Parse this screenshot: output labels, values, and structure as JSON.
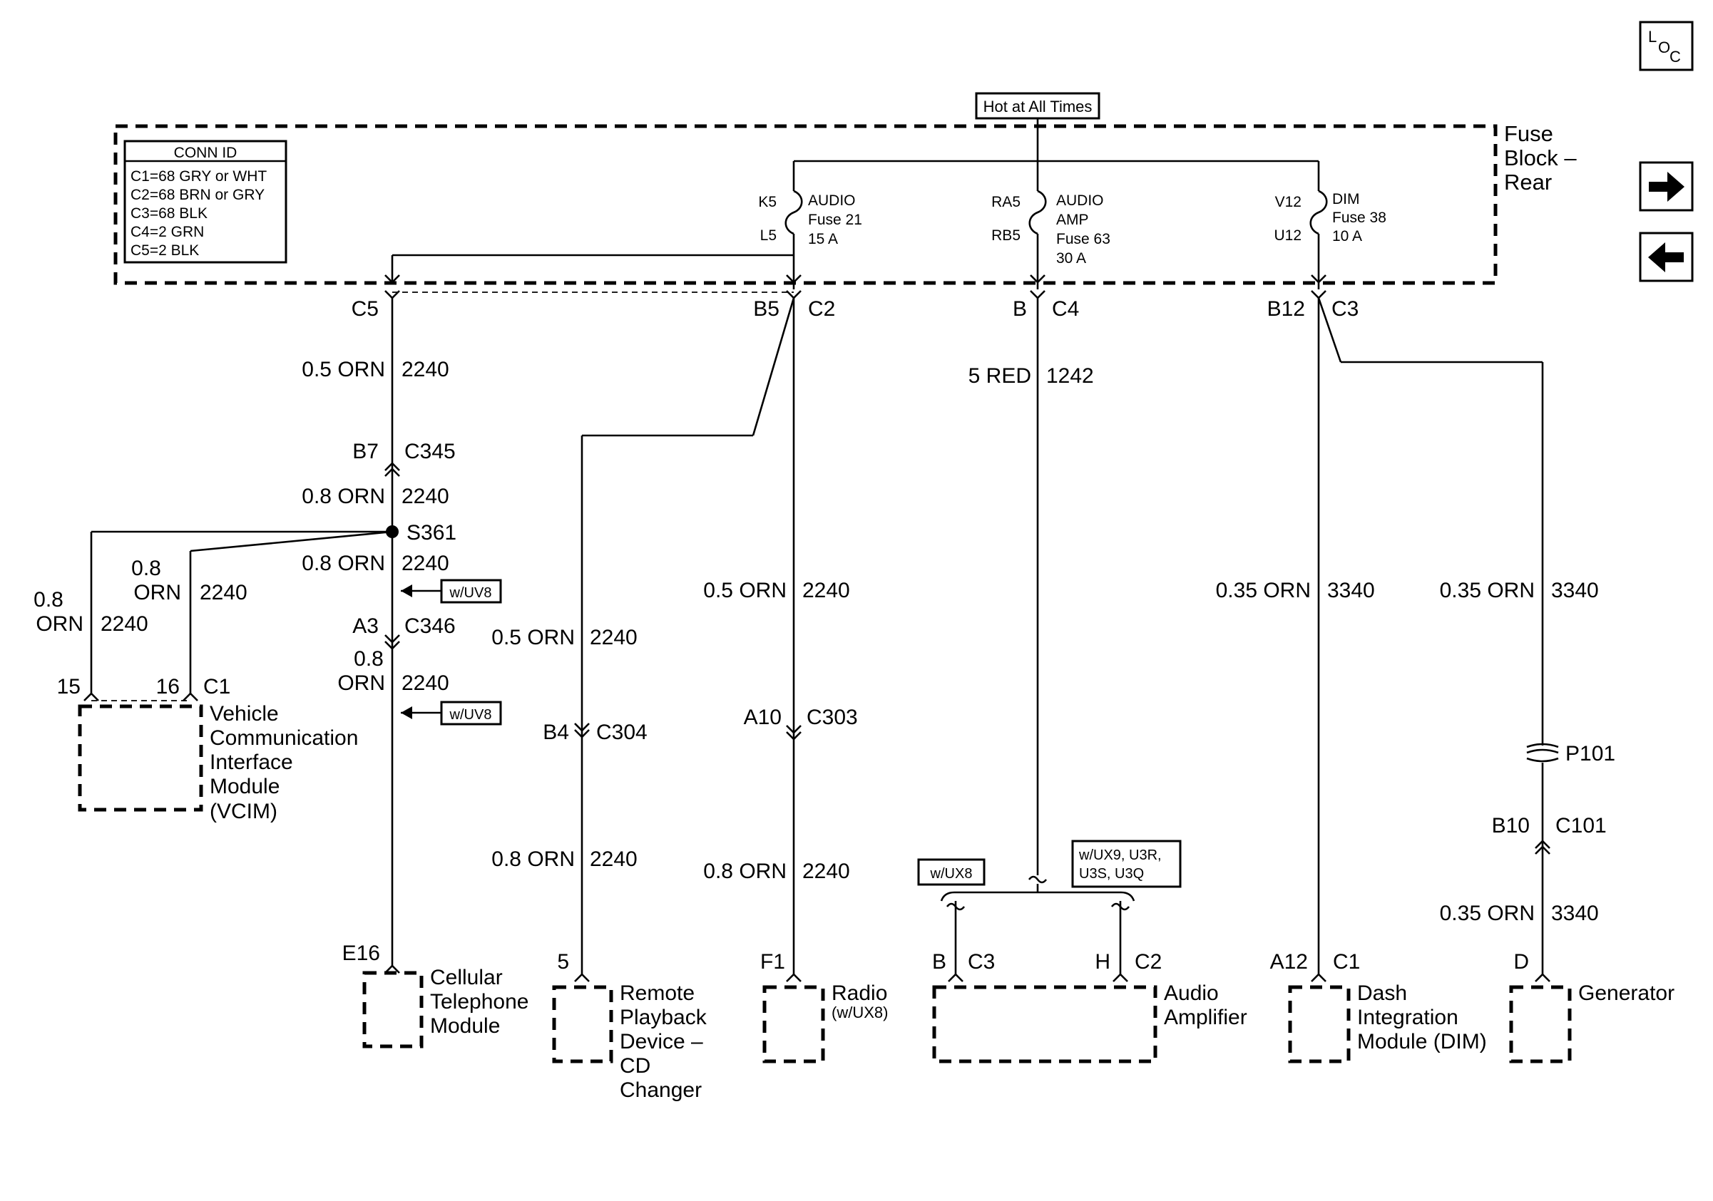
{
  "hot_label": "Hot at All Times",
  "nav": {
    "loc_l": "L",
    "loc_o": "O",
    "loc_c": "C"
  },
  "fuse_block": {
    "line1": "Fuse",
    "line2": "Block –",
    "line3": "Rear"
  },
  "conn_id": {
    "title": "CONN ID",
    "lines": [
      "C1=68 GRY or WHT",
      "C2=68 BRN or GRY",
      "C3=68 BLK",
      "C4=2 GRN",
      "C5=2 BLK"
    ]
  },
  "fuses": [
    {
      "pin_in": "K5",
      "pin_out": "L5",
      "name": "AUDIO",
      "fuse": "Fuse 21",
      "rating": "15 A"
    },
    {
      "pin_in": "RA5",
      "pin_out": "RB5",
      "name": "AUDIO",
      "name2": "AMP",
      "fuse": "Fuse 63",
      "rating": "30 A"
    },
    {
      "pin_in": "V12",
      "pin_out": "U12",
      "name": "DIM",
      "fuse": "Fuse 38",
      "rating": "10 A"
    }
  ],
  "connectors": {
    "c5": {
      "pin": "",
      "id": "C5"
    },
    "c2": {
      "pin": "B5",
      "id": "C2"
    },
    "c4": {
      "pin": "B",
      "id": "C4"
    },
    "c3": {
      "pin": "B12",
      "id": "C3"
    },
    "c345": {
      "pin": "B7",
      "id": "C345"
    },
    "c346": {
      "pin": "A3",
      "id": "C346"
    },
    "c304": {
      "pin": "B4",
      "id": "C304"
    },
    "c303": {
      "pin": "A10",
      "id": "C303"
    },
    "c101": {
      "pin": "B10",
      "id": "C101"
    },
    "vcim_c1": {
      "pin15": "15",
      "pin16": "16",
      "id": "C1"
    },
    "cell": {
      "pin": "E16"
    },
    "rpd": {
      "pin": "5"
    },
    "radio": {
      "pin": "F1"
    },
    "amp_c3": {
      "pin": "B",
      "id": "C3"
    },
    "amp_c2": {
      "pin": "H",
      "id": "C2"
    },
    "dim_c1": {
      "pin": "A12",
      "id": "C1"
    },
    "gen": {
      "pin": "D"
    }
  },
  "wires": {
    "c5_down": {
      "size": "0.5 ORN",
      "circuit": "2240"
    },
    "c345_down": {
      "size": "0.8 ORN",
      "circuit": "2240"
    },
    "s361_down": {
      "size": "0.8 ORN",
      "circuit": "2240"
    },
    "c346_down": {
      "size1": "0.8",
      "size2": "ORN",
      "circuit": "2240"
    },
    "vcim16": {
      "size1": "0.8",
      "size2": "ORN",
      "circuit": "2240"
    },
    "vcim15": {
      "size1": "0.8",
      "size2": "ORN",
      "circuit": "2240"
    },
    "rpd_up": {
      "size": "0.5 ORN",
      "circuit": "2240"
    },
    "rpd_down": {
      "size": "0.8 ORN",
      "circuit": "2240"
    },
    "radio_up": {
      "size": "0.5 ORN",
      "circuit": "2240"
    },
    "radio_down": {
      "size": "0.8 ORN",
      "circuit": "2240"
    },
    "amp": {
      "size": "5 RED",
      "circuit": "1242"
    },
    "dim": {
      "size": "0.35 ORN",
      "circuit": "3340"
    },
    "gen_up": {
      "size": "0.35 ORN",
      "circuit": "3340"
    },
    "gen_down": {
      "size": "0.35 ORN",
      "circuit": "3340"
    }
  },
  "splice": "S361",
  "pass_through": "P101",
  "options": {
    "uv8_a": "w/UV8",
    "uv8_b": "w/UV8",
    "ux8": "w/UX8",
    "ux9_1": "w/UX9, U3R,",
    "ux9_2": "U3S, U3Q"
  },
  "modules": {
    "vcim": [
      "Vehicle",
      "Communication",
      "Interface",
      "Module",
      "(VCIM)"
    ],
    "cell": [
      "Cellular",
      "Telephone",
      "Module"
    ],
    "rpd": [
      "Remote",
      "Playback",
      "Device –",
      "CD",
      "Changer"
    ],
    "radio": {
      "name": "Radio",
      "note": "(w/UX8)"
    },
    "amp": [
      "Audio",
      "Amplifier"
    ],
    "dim": [
      "Dash",
      "Integration",
      "Module (DIM)"
    ],
    "gen": [
      "Generator"
    ]
  }
}
